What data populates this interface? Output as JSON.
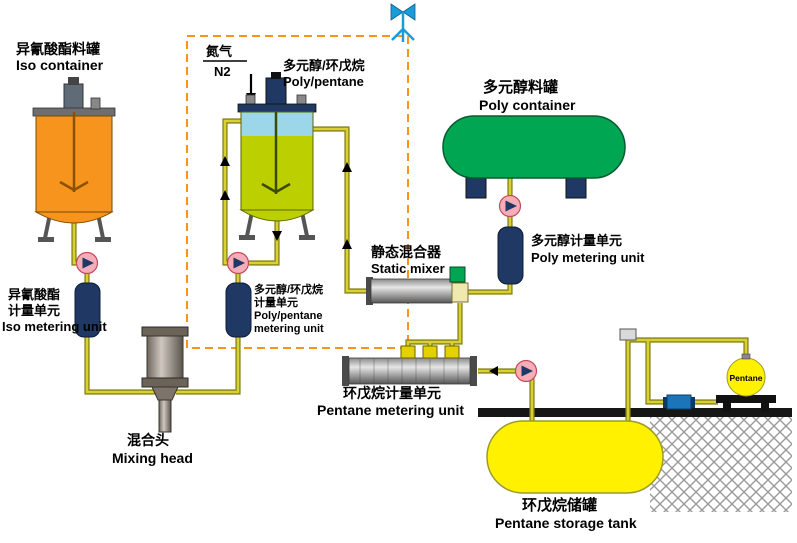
{
  "diagram": {
    "labels": {
      "iso_container_zh": "异氰酸酯料罐",
      "iso_container_en": "Iso container",
      "nitrogen_zh": "氮气",
      "nitrogen_en": "N2",
      "poly_pentane_zh": "多元醇/环戊烷",
      "poly_pentane_en": "Poly/pentane",
      "poly_container_zh": "多元醇料罐",
      "poly_container_en": "Poly container",
      "static_mixer_zh": "静态混合器",
      "static_mixer_en": "Static mixer",
      "poly_metering_zh": "多元醇计量单元",
      "poly_metering_en": "Poly metering unit",
      "iso_metering_zh_line1": "异氰酸酯",
      "iso_metering_zh_line2": "计量单元",
      "iso_metering_en": "Iso metering unit",
      "pp_metering_zh_line1": "多元醇/环戊烷",
      "pp_metering_zh_line2": "计量单元",
      "pp_metering_en_line1": "Poly/pentane",
      "pp_metering_en_line2": "metering unit",
      "mixing_head_zh": "混合头",
      "mixing_head_en": "Mixing head",
      "pentane_metering_zh": "环戊烷计量单元",
      "pentane_metering_en": "Pentane metering unit",
      "pentane_storage_zh": "环戊烷储罐",
      "pentane_storage_en": "Pentane storage tank",
      "pentane_vessel": "Pentane"
    },
    "colors": {
      "iso_tank": "#F7941D",
      "poly_pentane_tank": "#BCCF00",
      "tank_liquid_top": "#9BD7E8",
      "poly_container": "#00A651",
      "pentane_tank": "#FFF100",
      "metering_cylinder": "#1F3864",
      "pump_pink": "#F4ADB9",
      "pipe_yellow": "#d8d230",
      "dashed_boundary": "#F7941D",
      "sensor_blue": "#1B9CD8"
    }
  }
}
